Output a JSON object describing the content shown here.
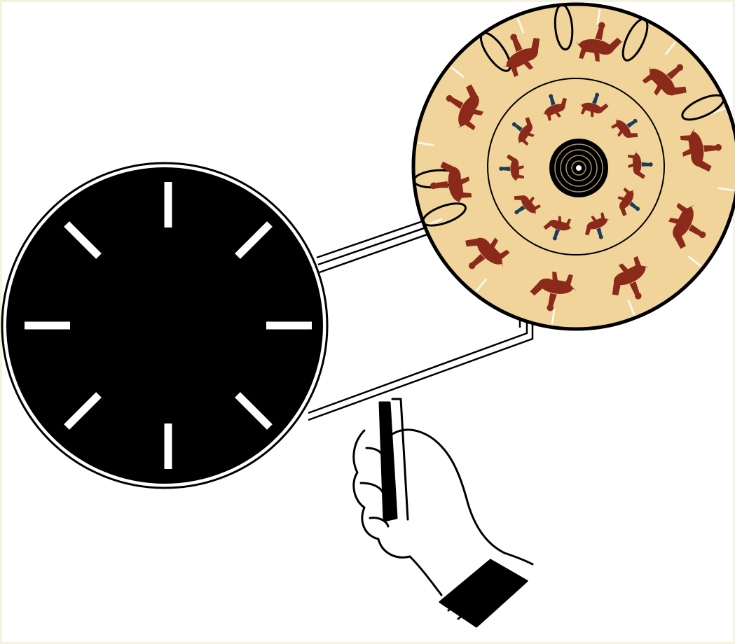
{
  "illustration": {
    "subject": "phenakistoscope",
    "colors": {
      "background": "#ffffff",
      "frame_tint": "#f4f4dc",
      "ink": "#000000",
      "disc_fill": "#f0d49a",
      "figure": "#8b2a1a",
      "figure_alt": "#1c3c5a",
      "slot": "#ffffff"
    },
    "slotted_disc": {
      "slot_count": 8
    },
    "picture_disc": {
      "outer_figure_count": 10,
      "inner_figure_count": 10,
      "hoop_count": 6
    },
    "hand": {
      "icon": "hand-holding-handle-icon"
    }
  }
}
